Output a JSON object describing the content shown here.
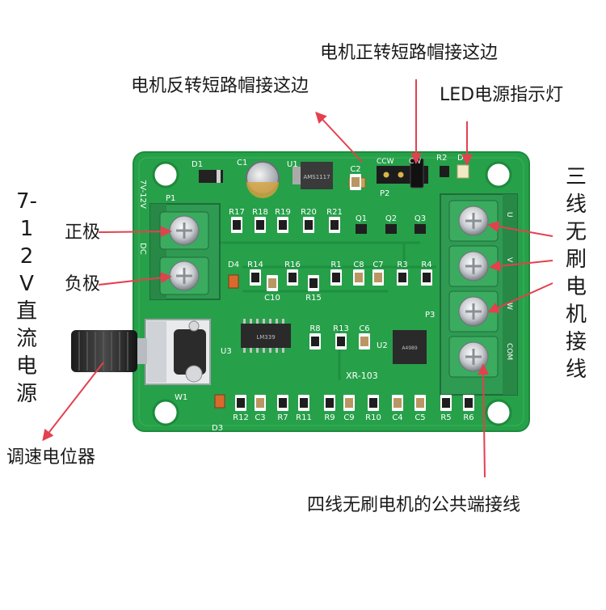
{
  "colors": {
    "arrow": "#e4404e",
    "pcb": "#27a04a",
    "pcb_dark": "#1d8a3c",
    "silk": "#ffffff",
    "terminal": "#2f9a52",
    "text": "#1a1a1a"
  },
  "labels": {
    "forward_jumper": "电机正转短路帽接这边",
    "reverse_jumper": "电机反转短路帽接这边",
    "led_indicator": "LED电源指示灯",
    "voltage": "7-12V直流电源",
    "positive": "正极",
    "negative": "负极",
    "three_wire": "三线无刷电机接线",
    "speed_pot": "调速电位器",
    "four_wire_common": "四线无刷电机的公共端接线"
  },
  "board": {
    "model": "XR-103",
    "connectors": {
      "power": "P1",
      "jumper": "P2",
      "motor": "P3"
    },
    "jumper_labels": {
      "ccw": "CCW",
      "cw": "CW"
    },
    "power_silk": "7V-12V",
    "dc_silk": "DC",
    "pot": "W1",
    "ics": {
      "regulator": "U1",
      "comparator": "U3",
      "driver": "U2"
    },
    "ic_marks": {
      "regulator": "AMS1117",
      "comparator": "LM339",
      "driver": "A4989"
    },
    "cap_c1": "C1",
    "diodes": [
      "D1",
      "D3",
      "D4"
    ],
    "led": "D2",
    "resistor_led": "R2",
    "transistors": [
      "Q1",
      "Q2",
      "Q3"
    ],
    "row1": [
      "R17",
      "R18",
      "R19",
      "R20",
      "R21"
    ],
    "row2": [
      "R14",
      "R16",
      "R1",
      "C8",
      "C7",
      "R3",
      "R4"
    ],
    "mid": [
      "C10",
      "R15",
      "R8",
      "R13",
      "C6"
    ],
    "cap_c2": "C2",
    "bottom": [
      "R12",
      "C3",
      "R7",
      "R11",
      "R9",
      "C9",
      "R10",
      "C4",
      "C5",
      "R5",
      "R6"
    ],
    "motor_pins": [
      "U",
      "V",
      "W",
      "COM"
    ]
  }
}
